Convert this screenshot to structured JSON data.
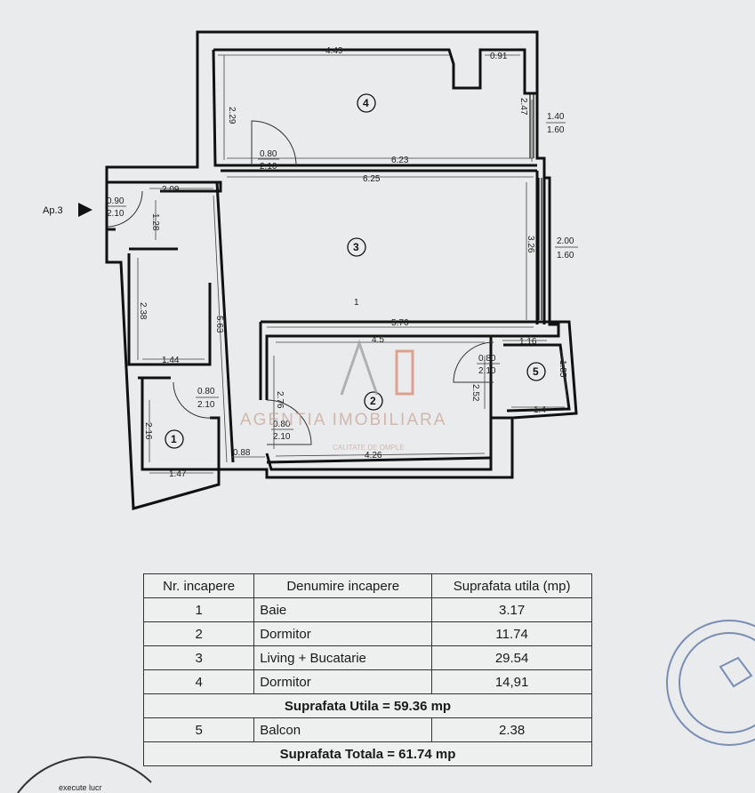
{
  "plan": {
    "entrance_label": "Ap.3",
    "watermark_text": "AGENTIA IMOBILIARA",
    "watermark_sub": "CALITATE DE OMPLE",
    "rooms": [
      {
        "nr": "1"
      },
      {
        "nr": "2"
      },
      {
        "nr": "3"
      },
      {
        "nr": "4"
      },
      {
        "nr": "5"
      }
    ],
    "dimensions": {
      "r4_top": "4.49",
      "r4_top_right": "0.91",
      "r4_left": "2.29",
      "r4_right": "2.47",
      "r4_window_top": "1.40",
      "r4_window_bottom": "1.60",
      "r4_door_top": "0.80",
      "r4_door_bottom": "2.10",
      "r4_bottom": "6.23",
      "r3_top": "6.25",
      "hall_top": "2.09",
      "entry_door_top": "0.90",
      "entry_door_bottom": "2.10",
      "hall_small": "1.28",
      "r3_right": "3.26",
      "r3_window_top": "2.00",
      "r3_window_bottom": "1.60",
      "r3_bottom": "5.76",
      "corridor_left": "2.38",
      "corridor_bottom": "1.44",
      "r3_left": "5.63",
      "center_mark": "1",
      "r2_top": "4.5",
      "balcony_top": "1.16",
      "balcony_door_top": "0.80",
      "balcony_door_bottom": "2.10",
      "balcony_right": "1.85",
      "balcony_bottom": "1.4",
      "r2_right": "2.52",
      "r2_left": "2.76",
      "r2_door_top": "0.80",
      "r2_door_bottom": "2.10",
      "r2_bottom": "4.26",
      "bath_door_top": "0.80",
      "bath_door_bottom": "2.10",
      "bath_left": "2.16",
      "bath_bottom": "1.47",
      "hall_bottom": "0.88"
    }
  },
  "table": {
    "headers": [
      "Nr. incapere",
      "Denumire incapere",
      "Suprafata utila (mp)"
    ],
    "rows": [
      {
        "nr": "1",
        "name": "Baie",
        "area": "3.17"
      },
      {
        "nr": "2",
        "name": "Dormitor",
        "area": "11.74"
      },
      {
        "nr": "3",
        "name": "Living + Bucatarie",
        "area": "29.54"
      },
      {
        "nr": "4",
        "name": "Dormitor",
        "area": "14,91"
      }
    ],
    "useful_total": "Suprafata Utila = 59.36 mp",
    "balcony_row": {
      "nr": "5",
      "name": "Balcon",
      "area": "2.38"
    },
    "grand_total": "Suprafata Totala = 61.74 mp"
  },
  "stamps": {
    "bottom_left_text": "execute lucr"
  }
}
